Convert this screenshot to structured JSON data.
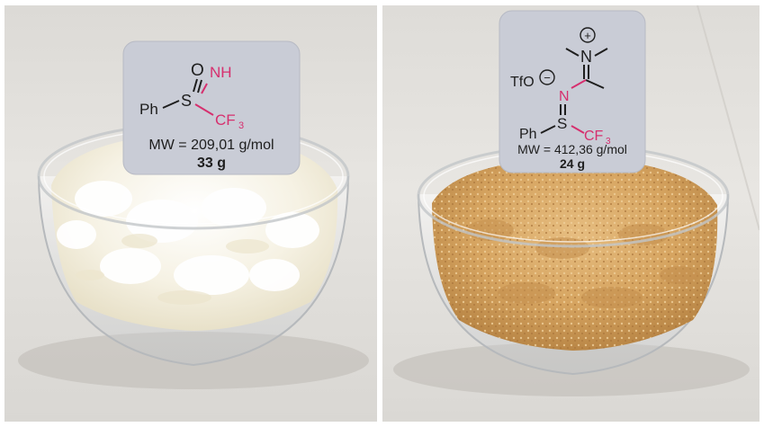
{
  "left_panel": {
    "card": {
      "atom_o": "O",
      "atom_nh": "NH",
      "atom_s": "S",
      "atom_ph": "Ph",
      "atom_cf": "CF",
      "subscript_3": "3",
      "mw": "MW = 209,01 g/mol",
      "mass": "33 g"
    },
    "powder_color": "#f6f3ea"
  },
  "right_panel": {
    "card": {
      "counterion": "TfO",
      "plus_sign": "+",
      "minus_sign": "−",
      "atom_n_top": "N",
      "atom_n_mid": "N",
      "atom_s": "S",
      "atom_ph": "Ph",
      "atom_cf": "CF",
      "subscript_3": "3",
      "mw": "MW = 412,36 g/mol",
      "mass": "24 g"
    },
    "powder_color": "#d9a866"
  },
  "colors": {
    "card": "#c9ccd6",
    "pink": "#d62f6e",
    "ink": "#1e1e1e"
  }
}
